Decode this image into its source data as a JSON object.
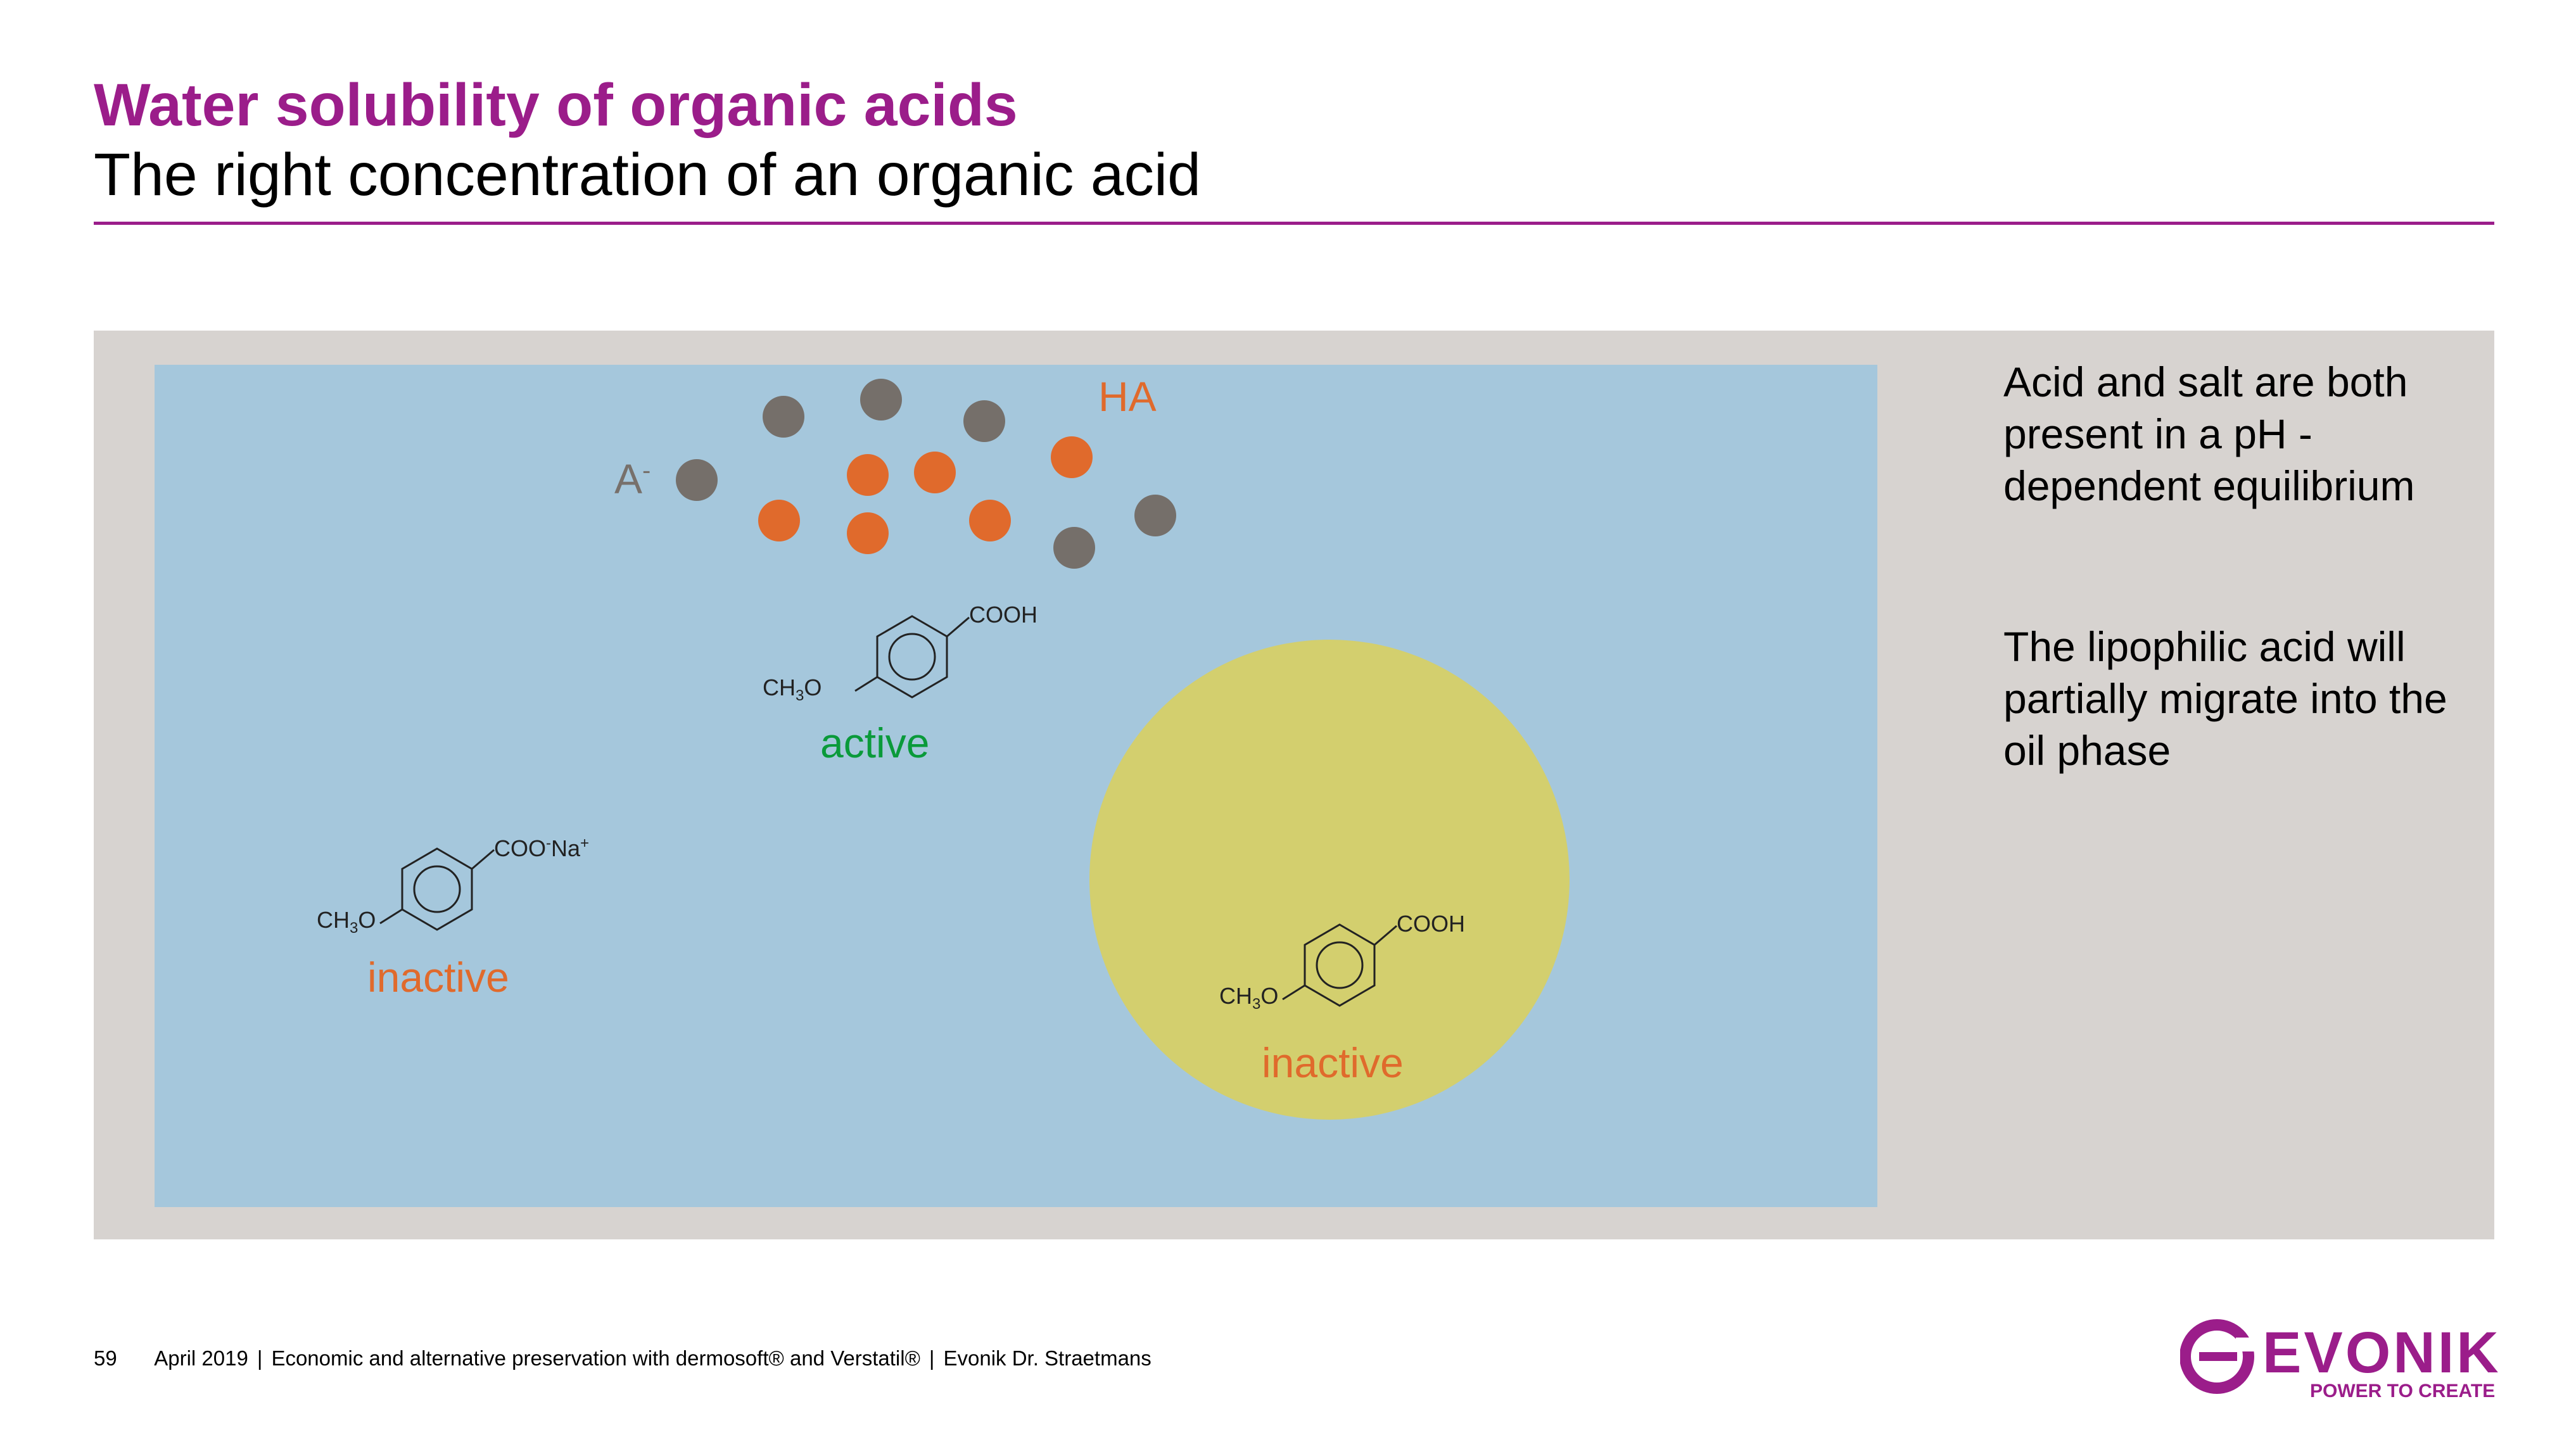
{
  "slide": {
    "title": "Water solubility of organic acids",
    "subtitle": "The right concentration of an organic acid"
  },
  "diagram": {
    "label_ha": "HA",
    "label_a_minus": "A",
    "label_a_minus_sup": "-",
    "label_active": "active",
    "label_inactive_water": "inactive",
    "label_inactive_oil": "inactive",
    "molecule_acid": {
      "group": "COOH",
      "methoxy": "CH",
      "methoxy_sub": "3",
      "methoxy_end": "O"
    },
    "molecule_salt": {
      "group": "COO",
      "charge_minus": "-",
      "counter_ion": "Na",
      "charge_plus": "+",
      "methoxy": "CH",
      "methoxy_sub": "3",
      "methoxy_end": "O"
    },
    "molecule_oil": {
      "group": "COOH",
      "methoxy": "CH",
      "methoxy_sub": "3",
      "methoxy_end": "O"
    },
    "colors": {
      "water": "#a5c7dc",
      "oil": "#d3cf6e",
      "panel": "#d7d3d0",
      "ion": "#756f6a",
      "acid": "#e06a2c",
      "active": "#0a9a3a"
    }
  },
  "side": {
    "text1": "Acid and salt are both present in a pH - dependent equilibrium",
    "text2": "The lipophilic acid will partially migrate into the oil phase"
  },
  "footer": {
    "page_number": "59",
    "date": "April 2019",
    "sep": "|",
    "topic": "Economic and alternative preservation with dermosoft® and Verstatil®",
    "author": "Evonik Dr. Straetmans"
  },
  "logo": {
    "brand": "EVONIK",
    "tagline": "POWER TO CREATE",
    "color": "#9b1d8a"
  }
}
